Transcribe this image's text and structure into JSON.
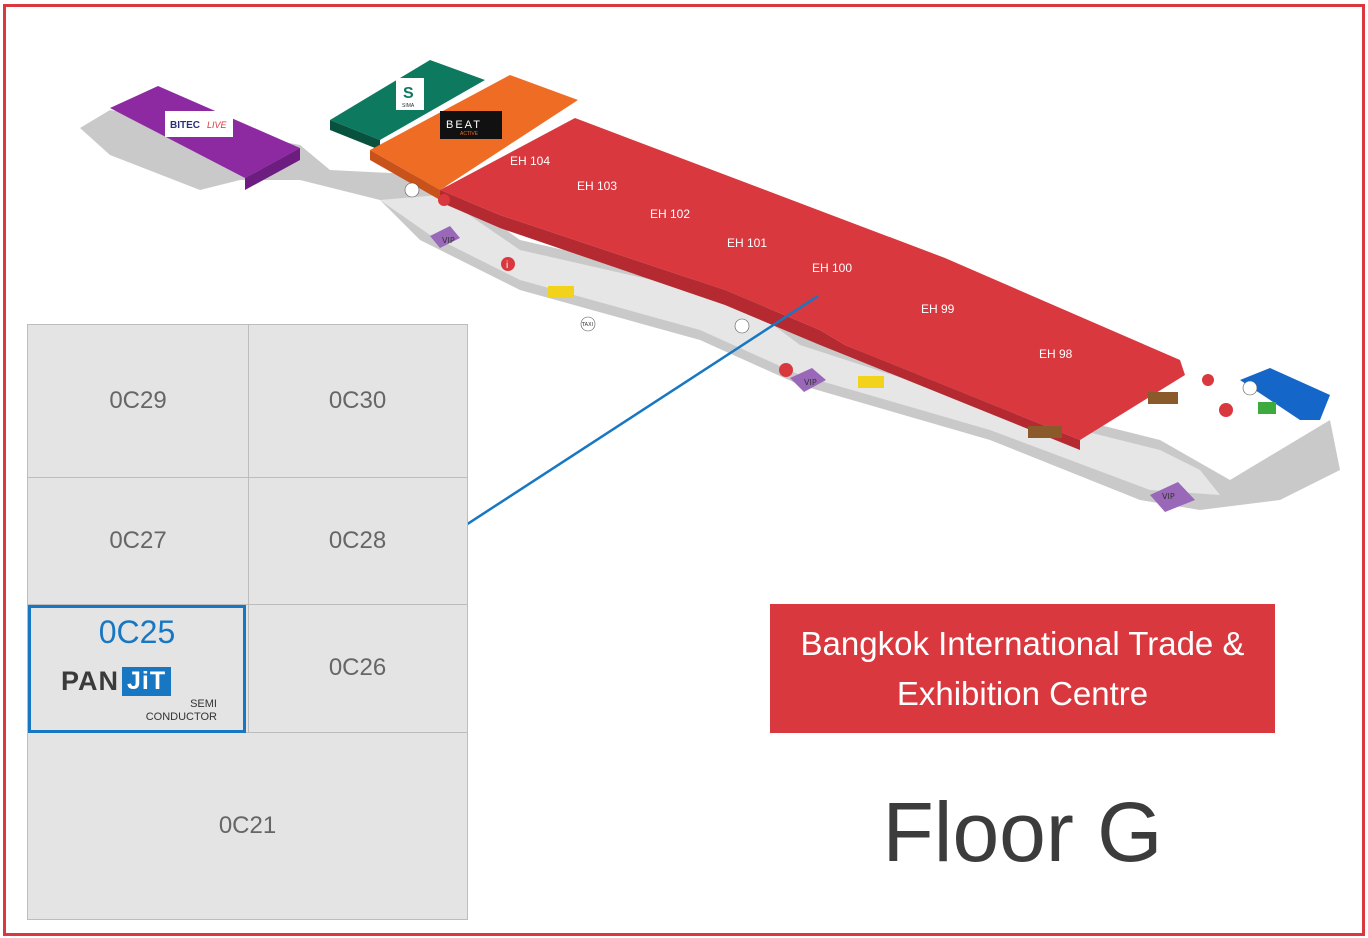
{
  "venue": {
    "line1": "Bangkok International Trade &",
    "line2": "Exhibition Centre"
  },
  "floor": "Floor G",
  "halls": [
    "EH 104",
    "EH 103",
    "EH 102",
    "EH 101",
    "EH 100",
    "EH 99",
    "EH 98"
  ],
  "logos": {
    "bitec": "BITEC",
    "bitec_live": "LIVE",
    "beat": "BEAT",
    "beat_sub": "ACTIVE",
    "sima_letter": "S",
    "sima_sub": "SIMA"
  },
  "poi": {
    "vip": "VIP",
    "taxi": "TAXI",
    "info": "i"
  },
  "booths": {
    "b1": "0C29",
    "b2": "0C30",
    "b3": "0C27",
    "b4": "0C28",
    "b6": "0C26",
    "b7": "0C21"
  },
  "highlight": {
    "booth": "0C25",
    "company": "PAN",
    "company_accent": "JiT",
    "company_sub1": "SEMI",
    "company_sub2": "CONDUCTOR"
  },
  "colors": {
    "hall": "#d9383e",
    "frame": "#d9383e",
    "link": "#1877c2",
    "bitec": "#8e2aa1",
    "sima": "#0d7a5f",
    "beat": "#ef6c25",
    "service": "#1466c8"
  }
}
